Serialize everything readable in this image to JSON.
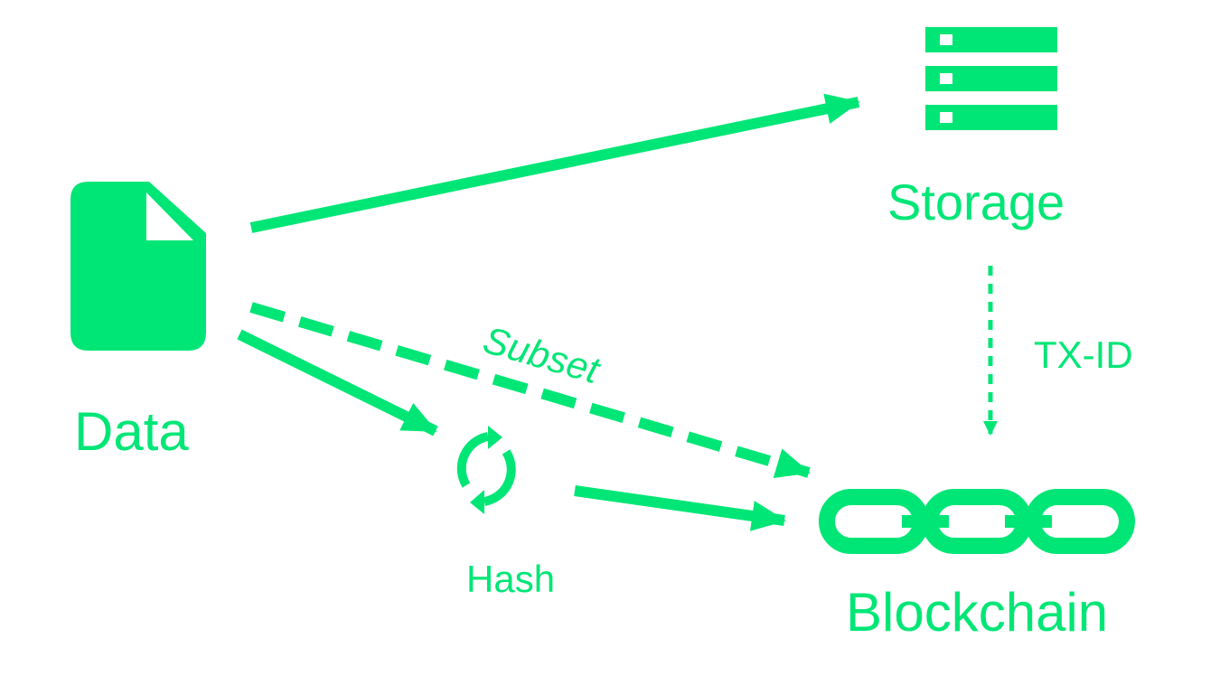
{
  "accent_color": "#00E676",
  "background_color": "#FFFFFF",
  "nodes": {
    "data": {
      "label": "Data",
      "icon": "document-icon"
    },
    "storage": {
      "label": "Storage",
      "icon": "server-stack-icon"
    },
    "hash": {
      "label": "Hash",
      "icon": "sync-icon"
    },
    "blockchain": {
      "label": "Blockchain",
      "icon": "chain-link-icon"
    }
  },
  "edge_labels": {
    "subset": "Subset",
    "txid": "TX-ID"
  }
}
